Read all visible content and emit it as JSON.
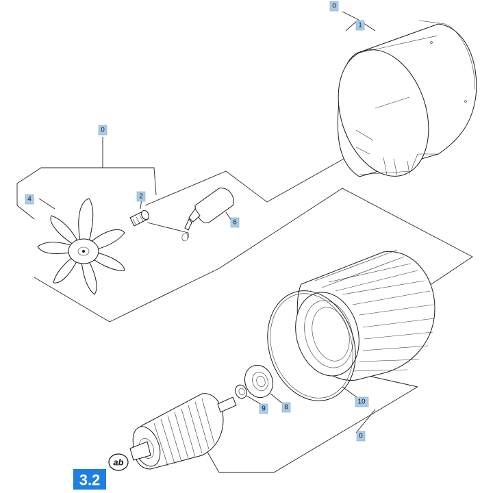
{
  "callouts": {
    "group_top": "0",
    "housing_sleeve": "1",
    "group_fan": "0",
    "screw": "2",
    "fan": "4",
    "adhesive": "6",
    "stator": "10",
    "bearing": "8",
    "washer": "9",
    "group_bottom": "0"
  },
  "section_badge": "3.2",
  "ab_symbol": "ab"
}
